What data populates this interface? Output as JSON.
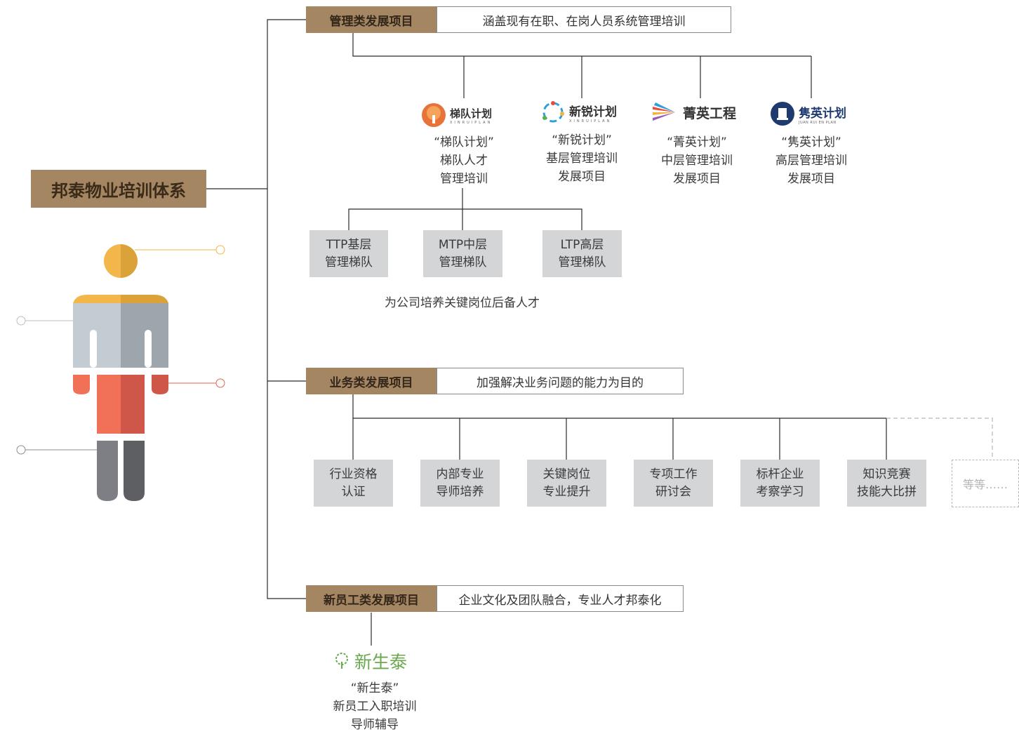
{
  "root": {
    "title": "邦泰物业培训体系"
  },
  "categories": [
    {
      "label": "管理类发展项目",
      "desc": "涵盖现有在职、在岗人员系统管理培训"
    },
    {
      "label": "业务类发展项目",
      "desc": "加强解决业务问题的能力为目的"
    },
    {
      "label": "新员工类发展项目",
      "desc": "企业文化及团队融合，专业人才邦泰化"
    }
  ],
  "management_programs": [
    {
      "logo_text": "梯队计划",
      "logo_sub": "XINRUIPLAN",
      "desc": "“梯队计划”\n梯队人才\n管理培训"
    },
    {
      "logo_text": "新锐计划",
      "logo_sub": "XINRUIPLAN",
      "desc": "“新锐计划”\n基层管理培训\n发展项目"
    },
    {
      "logo_text": "菁英工程",
      "logo_sub": "",
      "desc": "“菁英计划”\n中层管理培训\n发展项目"
    },
    {
      "logo_text": "隽英计划",
      "logo_sub": "JUAN RUI EN PLAN",
      "desc": "“隽英计划”\n高层管理培训\n发展项目"
    }
  ],
  "ladder_levels": [
    "TTP基层\n管理梯队",
    "MTP中层\n管理梯队",
    "LTP高层\n管理梯队"
  ],
  "ladder_note": "为公司培养关键岗位后备人才",
  "business_items": [
    "行业资格\n认证",
    "内部专业\n导师培养",
    "关键岗位\n专业提升",
    "专项工作\n研讨会",
    "标杆企业\n考察学习",
    "知识竞赛\n技能大比拼"
  ],
  "business_more": "等等……",
  "new_employee": {
    "logo_text": "新生泰",
    "desc": "“新生泰”\n新员工入职培训\n导师辅导"
  },
  "colors": {
    "brown": "#a58663",
    "gray_box": "#d4d5d7",
    "line": "#2b2b2b",
    "logo_green": "#6aa84f"
  }
}
